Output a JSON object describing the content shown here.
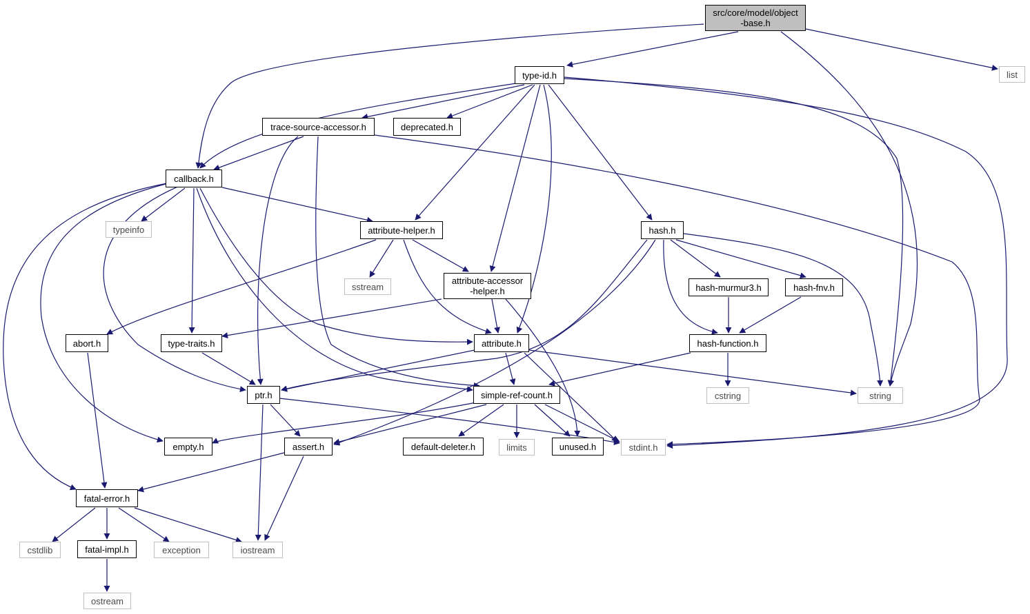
{
  "graph": {
    "edge_color": "#191970",
    "node_border_color": "#000000",
    "system_border_color": "#bfbfbf",
    "root_fill": "#bfbfbf",
    "nodes": {
      "root": "src/core/model/object\n-base.h",
      "type_id": "type-id.h",
      "list": "list",
      "trace_source_accessor": "trace-source-accessor.h",
      "deprecated": "deprecated.h",
      "callback": "callback.h",
      "typeinfo": "typeinfo",
      "attribute_helper": "attribute-helper.h",
      "hash": "hash.h",
      "sstream": "sstream",
      "attribute_accessor_helper": "attribute-accessor\n-helper.h",
      "hash_murmur3": "hash-murmur3.h",
      "hash_fnv": "hash-fnv.h",
      "abort": "abort.h",
      "type_traits": "type-traits.h",
      "attribute": "attribute.h",
      "hash_function": "hash-function.h",
      "ptr": "ptr.h",
      "simple_ref_count": "simple-ref-count.h",
      "cstring": "cstring",
      "string": "string",
      "empty": "empty.h",
      "assert": "assert.h",
      "default_deleter": "default-deleter.h",
      "limits": "limits",
      "unused": "unused.h",
      "stdint": "stdint.h",
      "fatal_error": "fatal-error.h",
      "cstdlib": "cstdlib",
      "fatal_impl": "fatal-impl.h",
      "exception": "exception",
      "iostream": "iostream",
      "ostream": "ostream"
    }
  }
}
